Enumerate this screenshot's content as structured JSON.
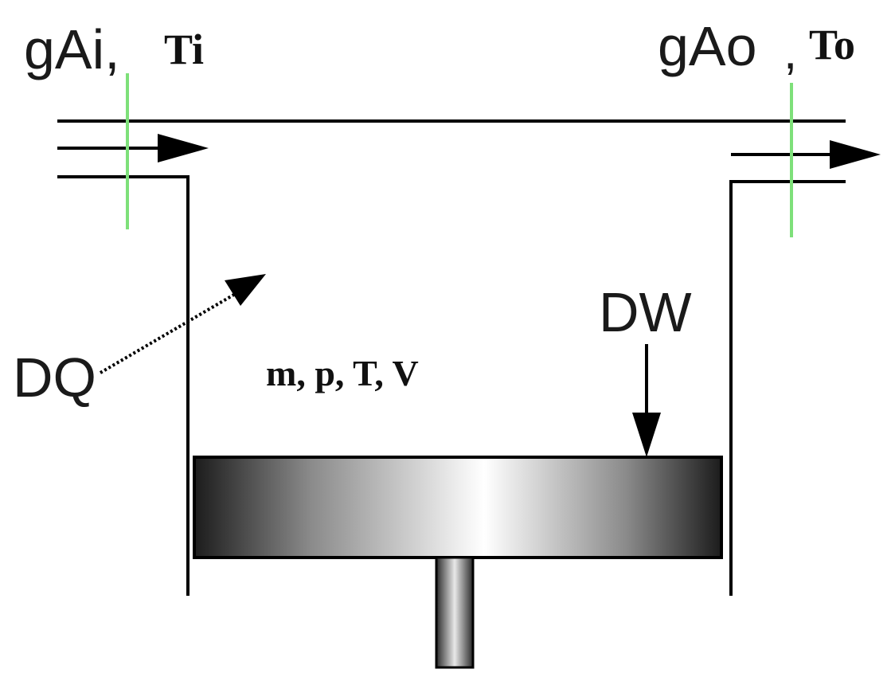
{
  "labels": {
    "inlet_mass_flow": "gAi,",
    "inlet_temperature": "Ti",
    "outlet_mass_flow": "gAo",
    "outlet_comma": ",",
    "outlet_temperature": "To",
    "heat_transfer": "DQ",
    "work": "DW",
    "state_variables": "m, p, T, V"
  },
  "colors": {
    "line": "#000000",
    "control_surface": "#7ee07a",
    "piston_dark": "#1c1c1c",
    "piston_light": "#ffffff"
  }
}
